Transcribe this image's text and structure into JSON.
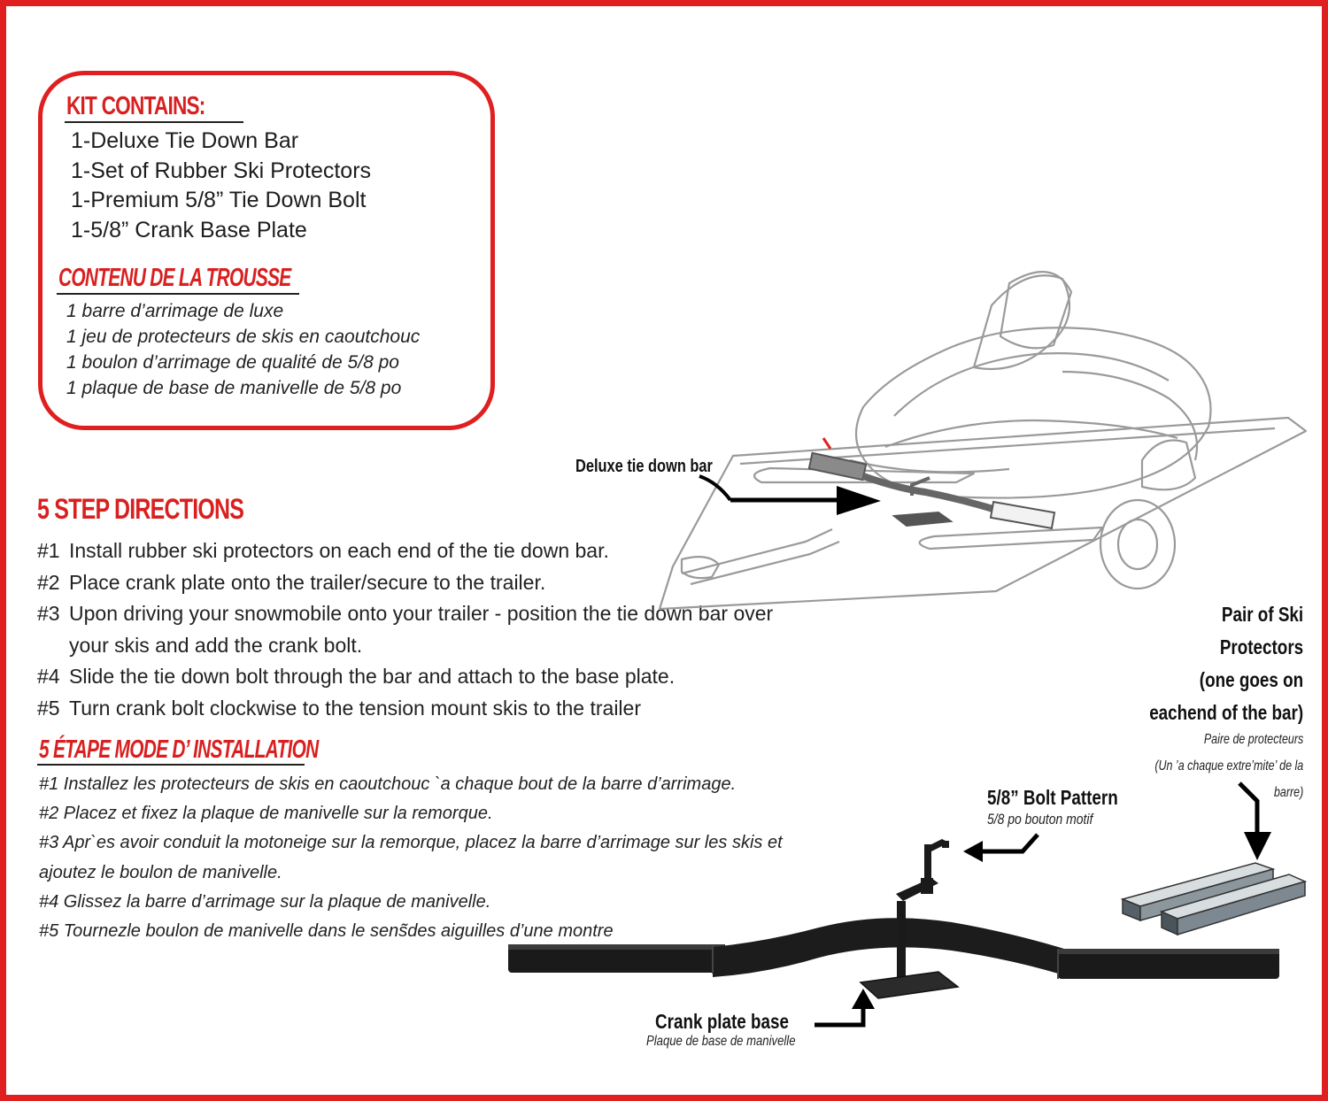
{
  "kit": {
    "title": "KIT CONTAINS:",
    "items": [
      "1-Deluxe Tie Down Bar",
      "1-Set of Rubber Ski Protectors",
      "1-Premium 5/8” Tie Down Bolt",
      "1-5/8” Crank Base Plate"
    ],
    "fr_title": "CONTENU DE LA TROUSSE",
    "fr_items": [
      "1 barre d’arrimage de luxe",
      "1 jeu de protecteurs de skis en caoutchouc",
      "1 boulon d’arrimage de qualité de 5/8 po",
      "1 plaque de base de manivelle de 5/8 po"
    ]
  },
  "directions": {
    "title": "5 STEP DIRECTIONS",
    "steps": [
      {
        "num": "#1",
        "text": "Install rubber ski protectors on each end of the tie down bar."
      },
      {
        "num": "#2",
        "text": "Place crank plate onto the trailer/secure to the trailer."
      },
      {
        "num": "#3",
        "text": "Upon driving your snowmobile onto your trailer - position the tie down bar over your skis and add the crank bolt."
      },
      {
        "num": "#4",
        "text": "Slide the tie down bolt through the bar and attach to the base plate."
      },
      {
        "num": "#5",
        "text": "Turn crank bolt clockwise to the tension mount skis to the trailer"
      }
    ]
  },
  "etape": {
    "title": "5 ÉTAPE MODE D’ INSTALLATION",
    "steps": [
      "#1  Installez les protecteurs de skis en caoutchouc `a chaque bout de la barre d’arrimage.",
      "#2  Placez et fixez la plaque de manivelle sur la remorque.",
      "#3  Apr`es avoir conduit la motoneige sur la remorque, placez la barre d’arrimage sur les skis et ajoutez le boulon de manivelle.",
      "#4  Glissez la barre d’arrimage sur la plaque de manivelle.",
      "#5  Tournezle boulon de manivelle dans le sens̃des aiguilles d’une montre"
    ]
  },
  "callouts": {
    "deluxe_bar": "Deluxe tie down bar",
    "ski_protectors": [
      "Pair of Ski",
      "Protectors",
      "(one goes on",
      "eachend of the bar)"
    ],
    "ski_protectors_fr": [
      "Paire de protecteurs",
      "(Un ’a chaque extre’mite’ de la",
      "barre)"
    ],
    "bolt_pattern": "5/8” Bolt Pattern",
    "bolt_pattern_fr": "5/8 po bouton motif",
    "crank_plate": "Crank plate base",
    "crank_plate_fr": "Plaque de base de manivelle"
  },
  "colors": {
    "accent": "#e02020",
    "ink": "#111111",
    "bar": "#1c1c1c",
    "line_art": "#9a9a9a"
  }
}
